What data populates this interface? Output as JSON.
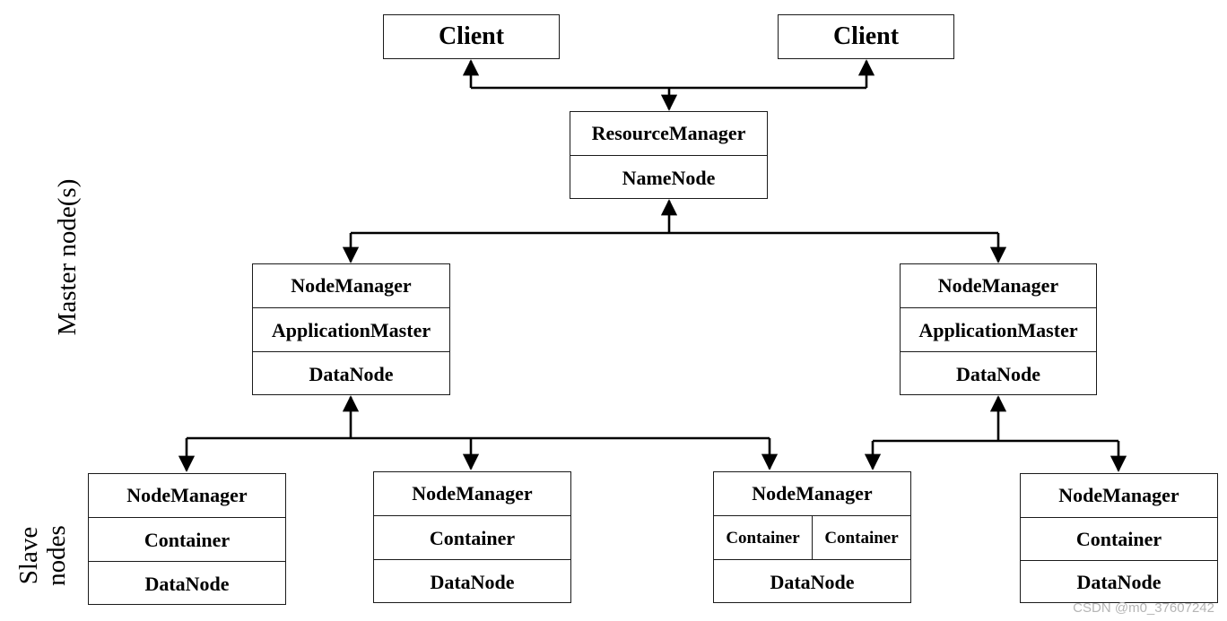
{
  "clients": [
    "Client",
    "Client"
  ],
  "master": {
    "rows": [
      "ResourceManager",
      "NameNode"
    ]
  },
  "mid_nodes": [
    {
      "rows": [
        "NodeManager",
        "ApplicationMaster",
        "DataNode"
      ]
    },
    {
      "rows": [
        "NodeManager",
        "ApplicationMaster",
        "DataNode"
      ]
    }
  ],
  "slaves": [
    {
      "rows": [
        "NodeManager",
        "Container",
        "DataNode"
      ]
    },
    {
      "rows": [
        "NodeManager",
        "Container",
        "DataNode"
      ]
    },
    {
      "top": "NodeManager",
      "containers": [
        "Container",
        "Container"
      ],
      "bottom": "DataNode"
    },
    {
      "rows": [
        "NodeManager",
        "Container",
        "DataNode"
      ]
    }
  ],
  "labels": {
    "master": "Master node(s)",
    "slave_line1": "Slave",
    "slave_line2": "nodes"
  },
  "watermark": "CSDN @m0_37607242",
  "colors": {
    "line": "#000000",
    "border": "#1a1a1a",
    "watermark": "#b5b5b5"
  }
}
